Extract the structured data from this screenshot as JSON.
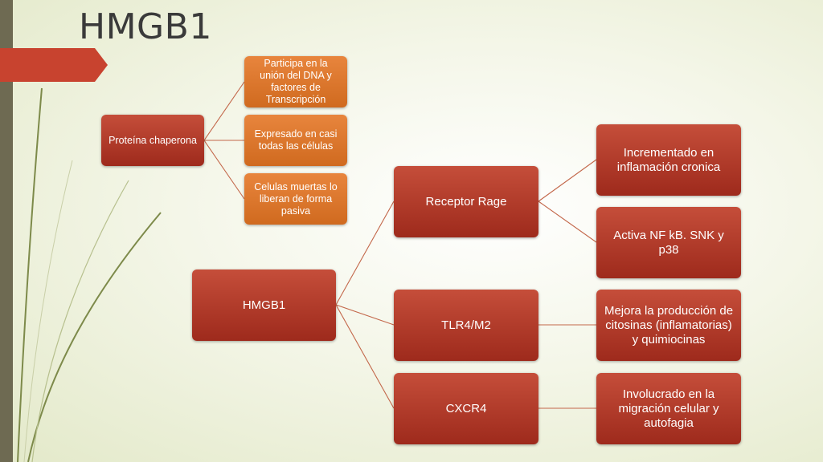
{
  "slide": {
    "title": "HMGB1",
    "colors": {
      "red_box": "#b03a2a",
      "orange_box": "#e07a2e",
      "sidebar": "#6e6a52",
      "accent_tab": "#c8432f"
    }
  },
  "diagram": {
    "protein": "Proteína chaperona",
    "protein_children": [
      "Participa en la unión del DNA y factores de Transcripción",
      "Expresado en casi todas las células",
      "Celulas muertas lo liberan de forma pasiva"
    ],
    "root": "HMGB1",
    "receptors": [
      "Receptor Rage",
      "TLR4/M2",
      "CXCR4"
    ],
    "rage_effects": [
      "Incrementado en inflamación cronica",
      "Activa NF kB. SNK y p38"
    ],
    "tlr4_effect": "Mejora la producción de citosinas (inflamatorias) y quimiocinas",
    "cxcr4_effect": "Involucrado en la migración celular y autofagia"
  }
}
